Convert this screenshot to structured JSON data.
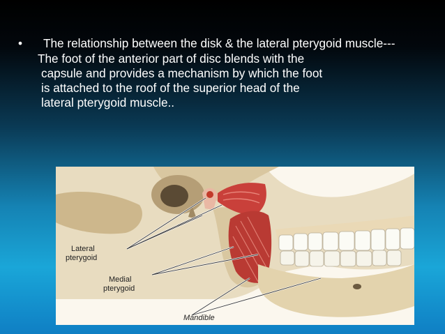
{
  "slide": {
    "bullet": "The relationship between the disk & the lateral pterygoid muscle---",
    "paragraph": {
      "line1": "The foot of the anterior part of disc blends with the",
      "line2": "capsule and provides a mechanism by which the foot",
      "line3": "is attached to the roof of the superior head of the",
      "line4": "lateral pterygoid muscle.."
    },
    "figure": {
      "label_lateral": {
        "line1": "Lateral",
        "line2": "pterygoid"
      },
      "label_medial": {
        "line1": "Medial",
        "line2": "pterygoid"
      },
      "label_mandible": "Mandible"
    }
  }
}
